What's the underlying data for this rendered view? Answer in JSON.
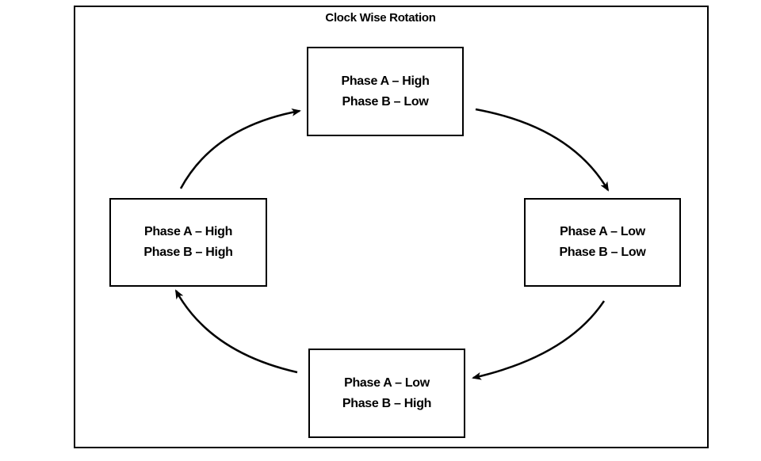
{
  "title": "Clock Wise Rotation",
  "states": {
    "top": {
      "line1": "Phase A – High",
      "line2": "Phase B – Low"
    },
    "right": {
      "line1": "Phase A – Low",
      "line2": "Phase B – Low"
    },
    "bottom": {
      "line1": "Phase A – Low",
      "line2": "Phase B – High"
    },
    "left": {
      "line1": "Phase A – High",
      "line2": "Phase B – High"
    }
  }
}
